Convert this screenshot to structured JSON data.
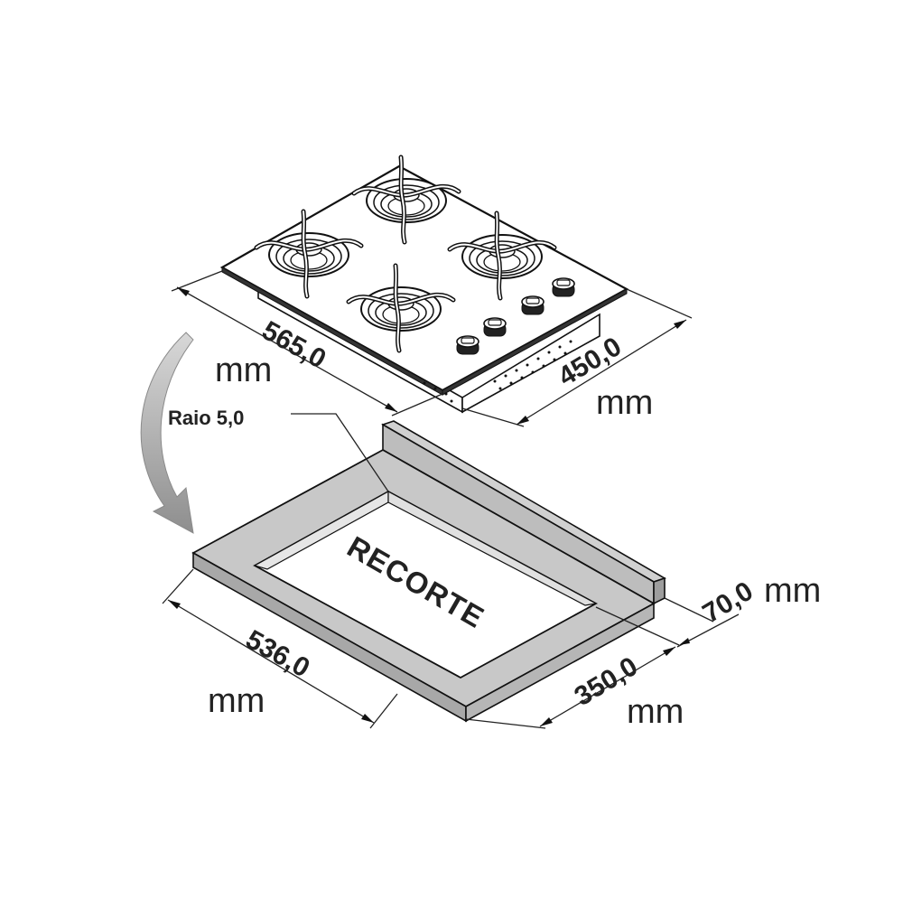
{
  "hob": {
    "width_label": "565,0",
    "width_unit": "mm",
    "depth_label": "450,0",
    "depth_unit": "mm",
    "burners": 4,
    "knobs": 4
  },
  "cutout": {
    "title": "RECORTE",
    "radius_label": "Raio 5,0",
    "width_label": "536,0",
    "width_unit": "mm",
    "depth_label": "350,0",
    "depth_unit": "mm",
    "edge_label": "70,0",
    "edge_unit": "mm"
  },
  "colors": {
    "line": "#111111",
    "countertop": "#c8c8c8",
    "countertop_side": "#a8a8a8",
    "arrow": "#9a9a9a",
    "hob_top": "#ffffff"
  }
}
